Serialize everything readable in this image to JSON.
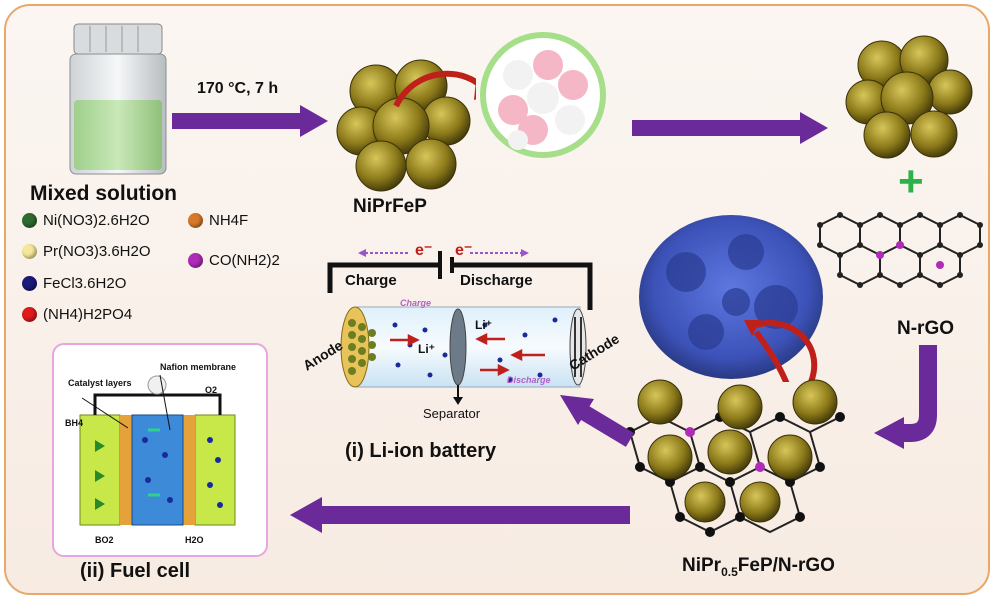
{
  "condition_label": "170 °C, 7 h",
  "labels": {
    "mixed_solution": "Mixed solution",
    "niprfep": "NiPrFeP",
    "nrgo": "N-rGO",
    "composite_main": "NiPr",
    "composite_sub": "0.5",
    "composite_rest": "FeP/N-rGO",
    "li_ion_battery": "(i) Li-ion battery",
    "fuel_cell": "(ii) Fuel cell",
    "plus": "+"
  },
  "legend": [
    {
      "name": "Ni(NO3)2.6H2O",
      "color": "#2e6b2e"
    },
    {
      "name": "Pr(NO3)3.6H2O",
      "color": "#f5e79a"
    },
    {
      "name": "FeCl3.6H2O",
      "color": "#1a1a7a"
    },
    {
      "name": "(NH4)H2PO4",
      "color": "#e01b1b"
    },
    {
      "name": "NH4F",
      "color": "#d67a2a"
    },
    {
      "name": "CO(NH2)2",
      "color": "#b02cb8"
    }
  ],
  "battery": {
    "charge": "Charge",
    "discharge": "Discharge",
    "electron": "e⁻",
    "anode": "Anode",
    "cathode": "Cathode",
    "separator": "Separator",
    "li_ion": "Li⁺",
    "charge_small": "Charge",
    "discharge_small": "Discharge"
  },
  "fuel_cell": {
    "catalyst_layers": "Catalyst layers",
    "nafion_membrane": "Nafion membrane",
    "bh4": "BH4",
    "o2": "O2",
    "bo2": "BO2",
    "h2o": "H2O"
  },
  "colors": {
    "arrow": "#6a2a9a",
    "frame": "#e8a86a",
    "plus": "#2bb34a",
    "sphere": "#8a7a1a"
  }
}
